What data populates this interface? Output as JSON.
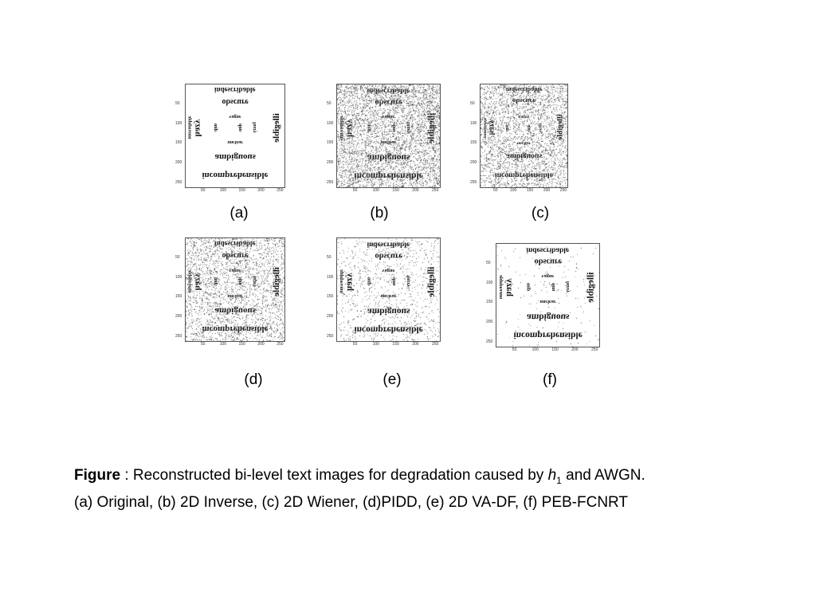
{
  "ticks": {
    "x": [
      "50",
      "100",
      "150",
      "200",
      "250"
    ],
    "y": [
      "50",
      "100",
      "150",
      "200",
      "250"
    ]
  },
  "words": {
    "top": "indescribable",
    "obscure": "obscure",
    "vague": "vague",
    "left_vertical": "unreadable",
    "right_vertical": "illegible",
    "hazy": "hazy",
    "dim": "dim",
    "dim2": "dim",
    "fuzzy": "fuzzy",
    "unclear": "unclear",
    "ambiguous": "ambiguous",
    "bottom": "incomprehensible"
  },
  "panels": [
    {
      "id": "a",
      "label": "(a)",
      "noise": 0.0
    },
    {
      "id": "b",
      "label": "(b)",
      "noise": 0.55
    },
    {
      "id": "c",
      "label": "(c)",
      "noise": 0.45
    },
    {
      "id": "d",
      "label": "(d)",
      "noise": 0.35
    },
    {
      "id": "e",
      "label": "(e)",
      "noise": 0.12
    },
    {
      "id": "f",
      "label": "(f)",
      "noise": 0.02
    }
  ],
  "caption": {
    "prefix": "Figure",
    "colon": " :  Reconstructed bi-level text images for degradation caused by ",
    "var": "h",
    "sub": "1",
    "line1_end": " and AWGN.",
    "line2": "(a) Original, (b) 2D Inverse, (c) 2D Wiener, (d)PIDD,  (e) 2D VA-DF, (f) PEB-FCNRT"
  }
}
